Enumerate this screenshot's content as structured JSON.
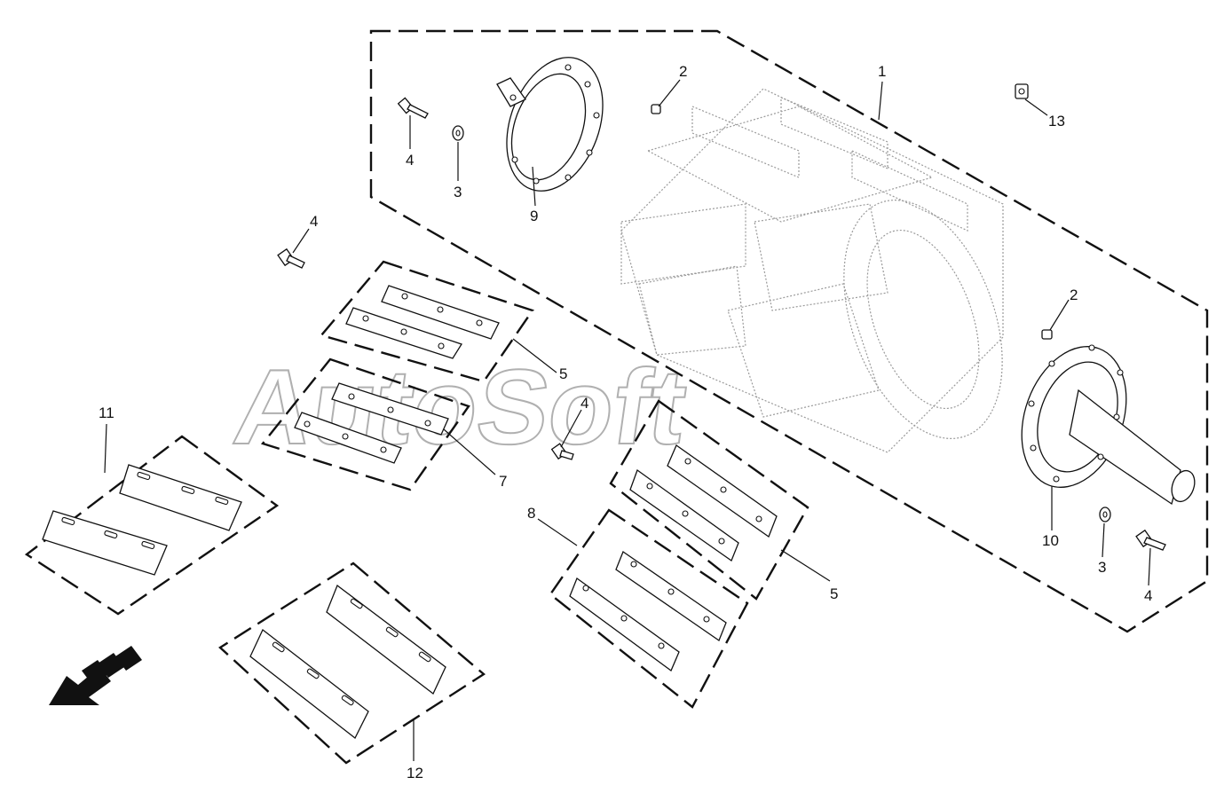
{
  "watermark": "AutoSoft",
  "callouts": {
    "c1": "1",
    "c2a": "2",
    "c2b": "2",
    "c3a": "3",
    "c3b": "3",
    "c4a": "4",
    "c4b": "4",
    "c4c": "4",
    "c4d": "4",
    "c5a": "5",
    "c5b": "5",
    "c7": "7",
    "c8": "8",
    "c9": "9",
    "c10": "10",
    "c11": "11",
    "c12": "12",
    "c13": "13"
  }
}
